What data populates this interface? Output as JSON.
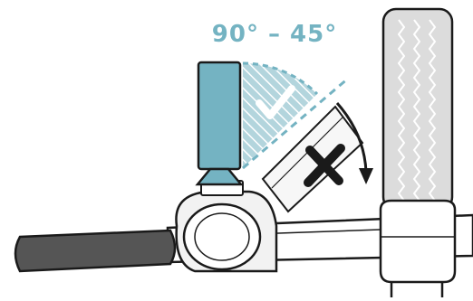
{
  "diagram": {
    "angle_label": "90° – 45°",
    "colors": {
      "accent": "#74b3c2",
      "accent_dark": "#4f93a3",
      "outline": "#1a1a1a",
      "light_fill": "#f2f2f2",
      "tire_fill": "#dcdcdc",
      "background": "#ffffff"
    },
    "icons": {
      "correct_mark": "check-icon",
      "wrong_mark": "cross-icon",
      "rotation_arrow": "curved-arrow-icon"
    },
    "allowed_range_degrees": [
      45,
      90
    ]
  }
}
